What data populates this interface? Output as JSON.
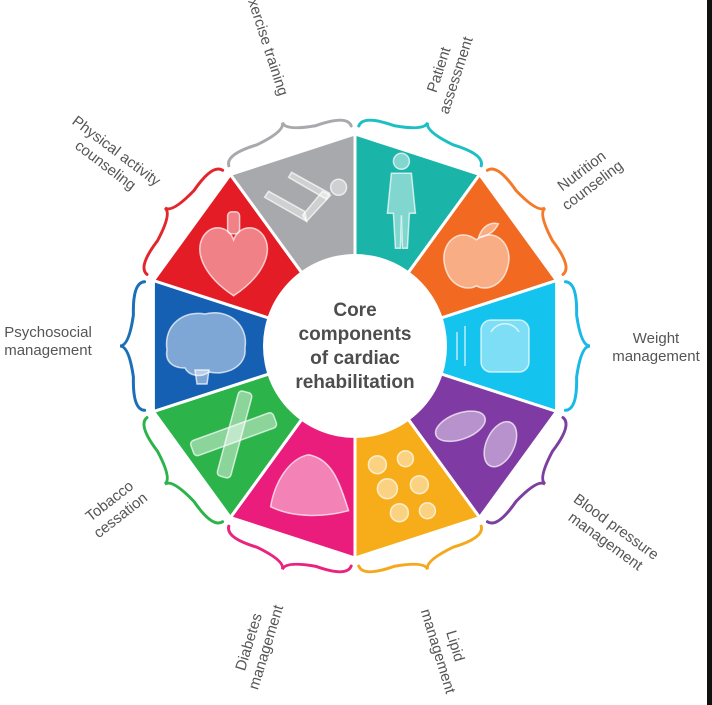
{
  "center": {
    "lines": [
      "Core",
      "components",
      "of cardiac",
      "rehabilitation"
    ]
  },
  "segments": [
    {
      "id": "patient-assessment",
      "lines": [
        "Patient",
        "assessment"
      ],
      "color": "#1ab4a8",
      "bracket": "#1cbfc2",
      "icon": "human-figure-icon"
    },
    {
      "id": "nutrition-counseling",
      "lines": [
        "Nutrition",
        "counseling"
      ],
      "color": "#f26a21",
      "bracket": "#f47a2a",
      "icon": "apple-icon"
    },
    {
      "id": "weight-management",
      "lines": [
        "Weight",
        "management"
      ],
      "color": "#14c4ef",
      "bracket": "#1ab8e6",
      "icon": "scale-icon"
    },
    {
      "id": "blood-pressure-management",
      "lines": [
        "Blood pressure",
        "management"
      ],
      "color": "#7f3aa3",
      "bracket": "#7b3fa0",
      "icon": "blood-cells-icon"
    },
    {
      "id": "lipid-management",
      "lines": [
        "Lipid",
        "management"
      ],
      "color": "#f7ad1a",
      "bracket": "#f6a81c",
      "icon": "lipid-droplets-icon"
    },
    {
      "id": "diabetes-management",
      "lines": [
        "Diabetes",
        "management"
      ],
      "color": "#ea1d7d",
      "bracket": "#e8247f",
      "icon": "pancreas-icon"
    },
    {
      "id": "tobacco-cessation",
      "lines": [
        "Tobacco",
        "cessation"
      ],
      "color": "#2cb34a",
      "bracket": "#2cb34a",
      "icon": "cigarettes-icon"
    },
    {
      "id": "psychosocial-management",
      "lines": [
        "Psychosocial",
        "management"
      ],
      "color": "#1660b4",
      "bracket": "#1a6fb8",
      "icon": "brain-icon"
    },
    {
      "id": "physical-activity-counseling",
      "lines": [
        "Physical activity",
        "counseling"
      ],
      "color": "#e31c25",
      "bracket": "#e3252c",
      "icon": "heart-icon"
    },
    {
      "id": "exercise-training",
      "lines": [
        "Exercise training"
      ],
      "color": "#a7a9ac",
      "bracket": "#a7a9ac",
      "icon": "exercise-figure-icon"
    }
  ]
}
